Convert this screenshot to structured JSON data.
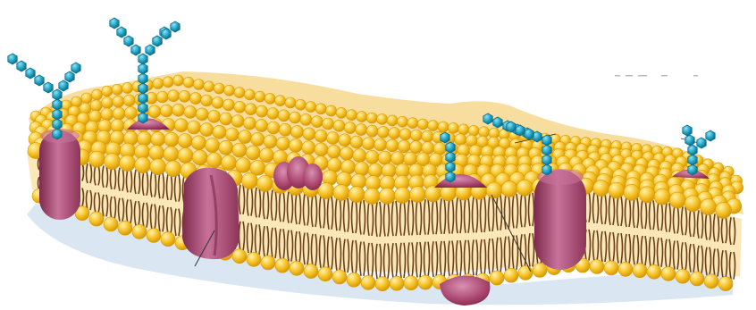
{
  "diagram": {
    "subject": "cell membrane",
    "colors": {
      "background": "#ffffff",
      "top_surface": "#f6d78d",
      "membrane_core": "#fbe7b8",
      "phospholipid_head": "#f7c52a",
      "phospholipid_head_edge": "#d99a08",
      "fatty_acid_tail": "#6b3f16",
      "protein": "#a7416a",
      "protein_light": "#c8729a",
      "protein_dark": "#7c2a4c",
      "glycan": "#1fa3c4",
      "glycan_edge": "#0e6e8a",
      "shadow": "#bcd4ea",
      "leader_line": "#333333"
    },
    "components": [
      {
        "name": "phospholipid-bilayer",
        "kind": "bilayer"
      },
      {
        "name": "integral-protein",
        "kind": "protein",
        "count": 3
      },
      {
        "name": "peripheral-protein",
        "kind": "protein",
        "count": 3
      },
      {
        "name": "glycoprotein",
        "kind": "protein",
        "count": 3
      },
      {
        "name": "carbohydrate-chain",
        "kind": "glycan",
        "count": 6
      }
    ],
    "labels": []
  }
}
